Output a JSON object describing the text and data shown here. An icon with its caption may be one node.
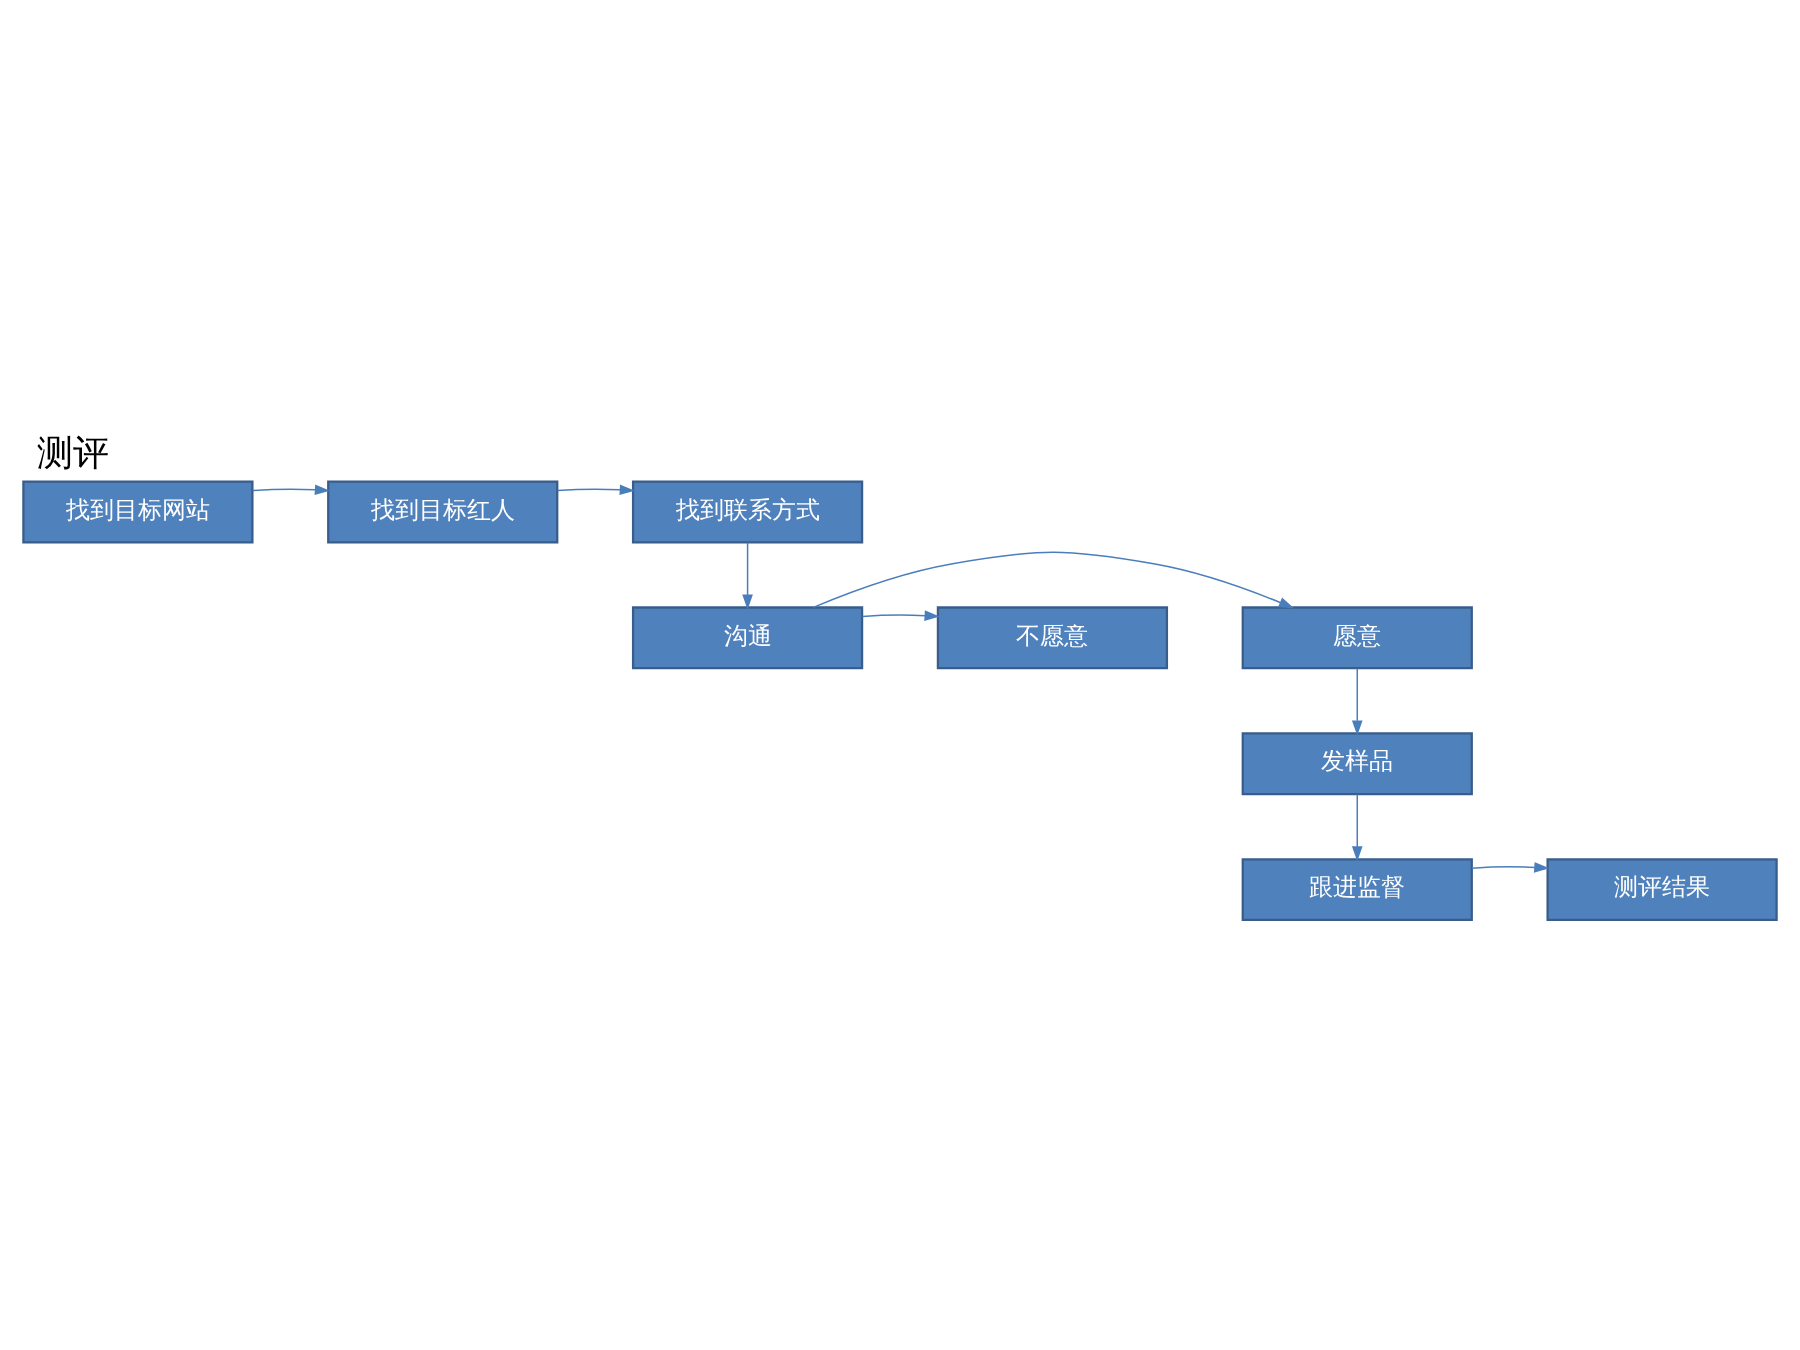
{
  "diagram": {
    "title": "测评",
    "nodes": [
      {
        "text": [
          "找到目标网站"
        ]
      },
      {
        "text": [
          "找到目标红人"
        ]
      },
      {
        "text": [
          "找到联系方式"
        ]
      },
      {
        "text": [
          "愿意"
        ]
      },
      {
        "text": [
          "沟通"
        ]
      },
      {
        "text": [
          "不愿意"
        ]
      },
      {
        "text": [
          "发样品"
        ]
      },
      {
        "text": [
          "跟进监督"
        ]
      },
      {
        "text": [
          "测评结果"
        ]
      }
    ],
    "edges": [
      {
        "from": 0,
        "to": 1,
        "arrow": "to"
      },
      {
        "from": 1,
        "to": 2,
        "arrow": "to"
      },
      {
        "from": 2,
        "to": 4,
        "arrow": "to"
      },
      {
        "from": 4,
        "to": 3,
        "arrow": "to"
      },
      {
        "from": 4,
        "to": 5,
        "arrow": "to"
      },
      {
        "from": 3,
        "to": 6,
        "arrow": "to"
      },
      {
        "from": 6,
        "to": 7,
        "arrow": "to"
      },
      {
        "from": 7,
        "to": 8,
        "arrow": "to"
      }
    ]
  }
}
